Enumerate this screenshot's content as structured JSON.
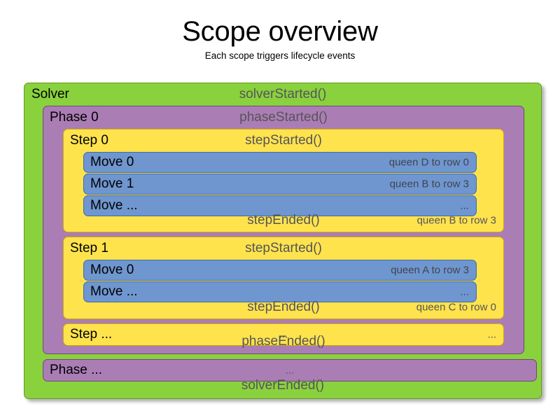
{
  "heading": {
    "title": "Scope overview",
    "subtitle": "Each scope triggers lifecycle events"
  },
  "colors": {
    "solver": "#8ad13e",
    "phase": "#ab7db5",
    "step": "#ffe34d",
    "move": "#6f96cf",
    "event_text": "#55555a",
    "label_text": "#000000",
    "background": "#ffffff"
  },
  "diagram": {
    "solver": {
      "label": "Solver",
      "started_event": "solverStarted()",
      "ended_event": "solverEnded()",
      "phases": [
        {
          "label": "Phase 0",
          "started_event": "phaseStarted()",
          "ended_event": "phaseEnded()",
          "steps": [
            {
              "label": "Step 0",
              "started_event": "stepStarted()",
              "ended_event": "stepEnded()",
              "ended_value": "queen B to row 3",
              "moves": [
                {
                  "label": "Move 0",
                  "value": "queen D to row 0"
                },
                {
                  "label": "Move 1",
                  "value": "queen B to row 3"
                },
                {
                  "label": "Move ...",
                  "value": "..."
                }
              ]
            },
            {
              "label": "Step 1",
              "started_event": "stepStarted()",
              "ended_event": "stepEnded()",
              "ended_value": "queen C to row 0",
              "moves": [
                {
                  "label": "Move 0",
                  "value": "queen A to row 3"
                },
                {
                  "label": "Move ...",
                  "value": "..."
                }
              ]
            },
            {
              "label": "Step ...",
              "started_event": "...",
              "ended_value": "..."
            }
          ]
        },
        {
          "label": "Phase ...",
          "started_event": "..."
        }
      ]
    }
  }
}
